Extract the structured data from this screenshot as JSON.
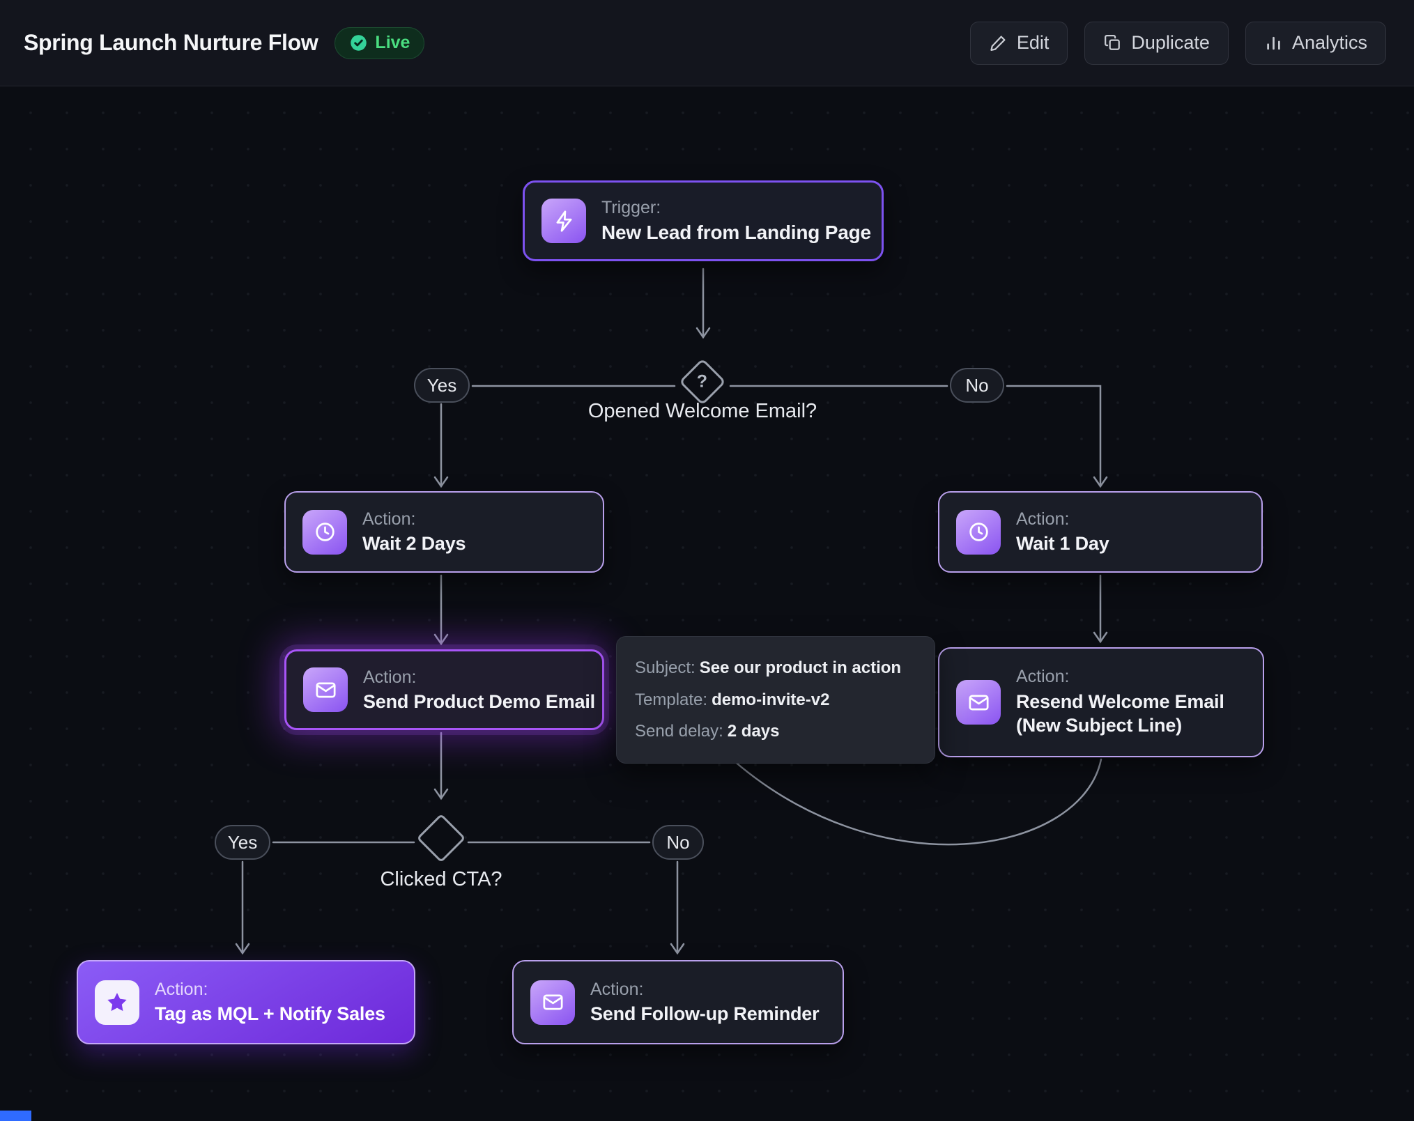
{
  "header": {
    "title": "Spring Launch Nurture Flow",
    "status": {
      "label": "Live",
      "icon": "check-circle",
      "color": "#4ade80"
    },
    "actions": [
      {
        "label": "Edit",
        "icon": "pencil"
      },
      {
        "label": "Duplicate",
        "icon": "copy"
      },
      {
        "label": "Analytics",
        "icon": "bar-chart"
      }
    ]
  },
  "flow": {
    "trigger": {
      "kind": "Trigger:",
      "title": "New Lead from Landing Page",
      "icon": "lightning-bolt"
    },
    "decision_opened": {
      "question": "Opened Welcome Email?",
      "yes_label": "Yes",
      "no_label": "No",
      "icon": "question-diamond"
    },
    "wait_2_days": {
      "kind": "Action:",
      "title": "Wait 2 Days",
      "icon": "clock"
    },
    "wait_1_day": {
      "kind": "Action:",
      "title": "Wait 1 Day",
      "icon": "clock"
    },
    "send_demo_email": {
      "kind": "Action:",
      "title": "Send Product Demo Email",
      "icon": "envelope"
    },
    "email_details": {
      "rows": [
        {
          "label": "Subject:",
          "value": "See our product in action"
        },
        {
          "label": "Template:",
          "value": "demo-invite-v2"
        },
        {
          "label": "Send delay:",
          "value": "2 days"
        }
      ]
    },
    "resend_welcome": {
      "kind": "Action:",
      "title": "Resend Welcome Email (New Subject Line)",
      "icon": "envelope"
    },
    "decision_cta": {
      "question": "Clicked CTA?",
      "yes_label": "Yes",
      "no_label": "No",
      "icon": "diamond"
    },
    "tag_mql": {
      "kind": "Action:",
      "title": "Tag as MQL + Notify Sales",
      "icon": "star"
    },
    "send_followup": {
      "kind": "Action:",
      "title": "Send Follow-up Reminder",
      "icon": "envelope"
    }
  },
  "colors": {
    "accent": "#8b5cf6",
    "highlight": "#a855f7",
    "live_green": "#4ade80",
    "edge_gray": "#8f95a3",
    "mql_fill": "#7c3aed",
    "canvas_bg": "#0b0d13"
  }
}
